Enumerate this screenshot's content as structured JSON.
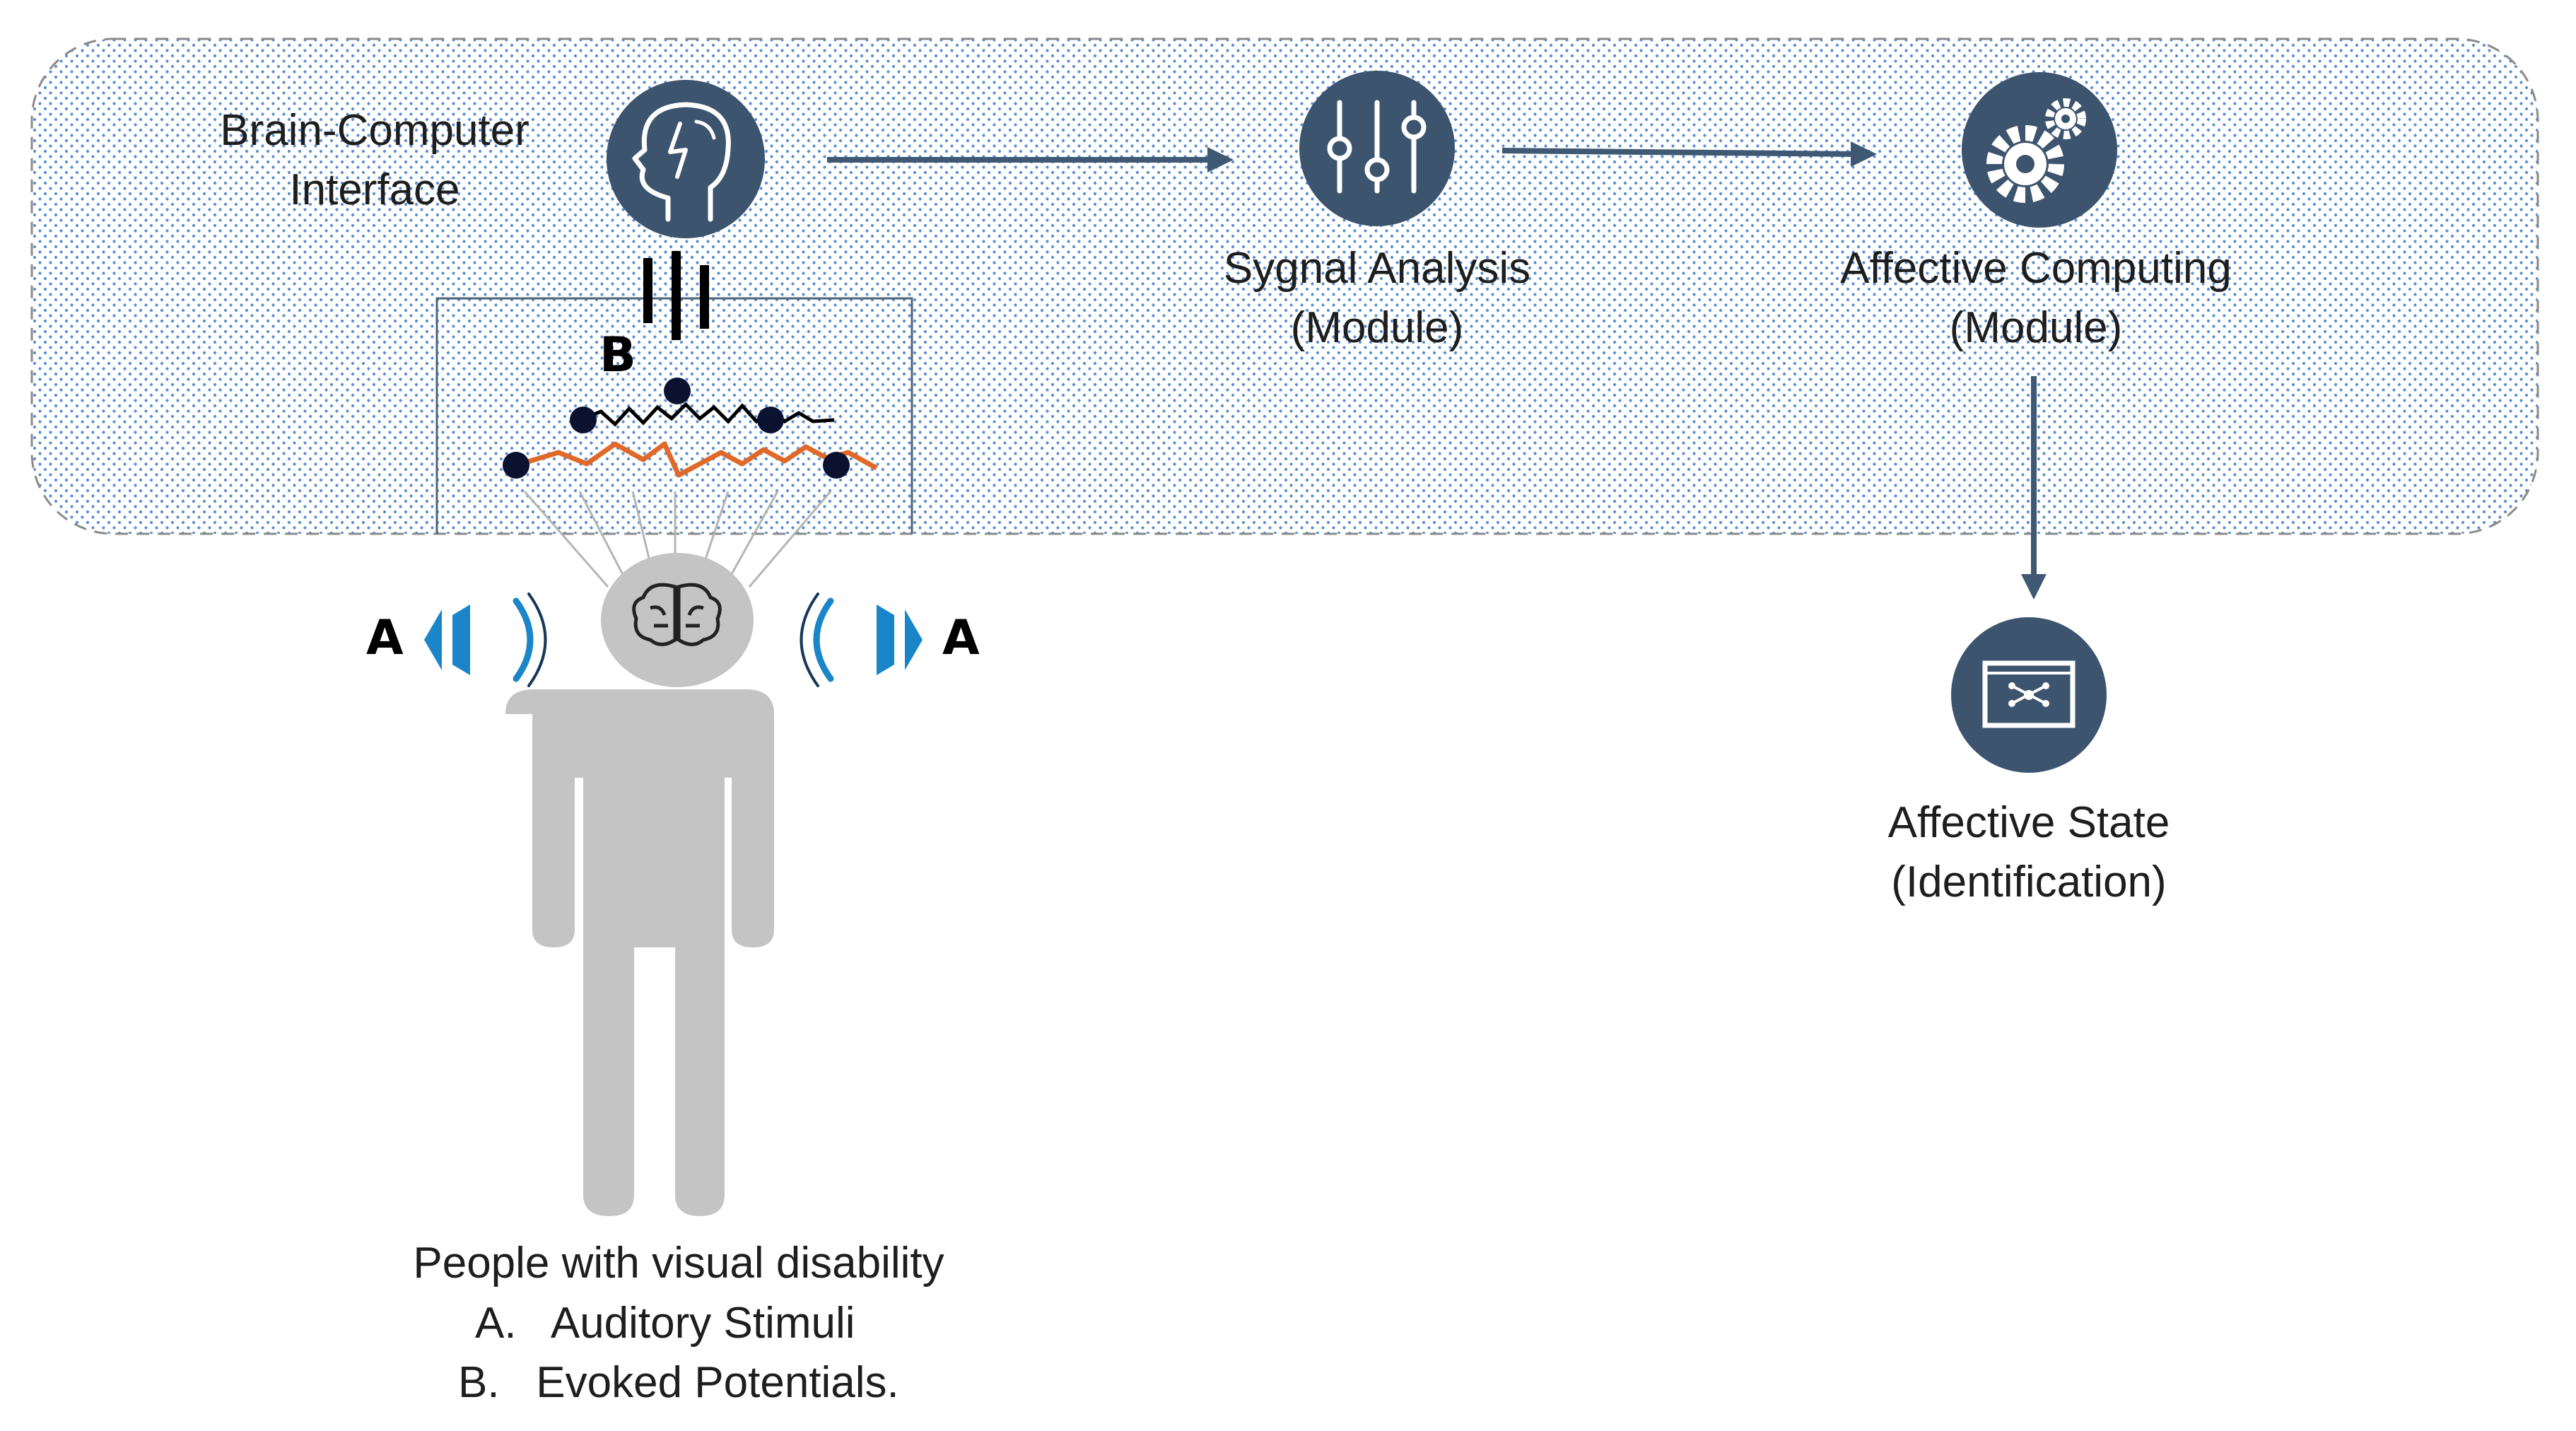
{
  "bci": {
    "label_line1": "Brain-Computer",
    "label_line2": "Interface",
    "icon": "head-lightning-icon"
  },
  "signal_analysis": {
    "label_line1": "Sygnal Analysis",
    "label_line2": "(Module)",
    "icon": "sliders-icon"
  },
  "affective_computing": {
    "label_line1": "Affective Computing",
    "label_line2": "(Module)",
    "icon": "gears-icon"
  },
  "affective_state": {
    "label_line1": "Affective State",
    "label_line2": "(Identification)",
    "icon": "monitor-network-icon"
  },
  "person": {
    "caption": "People with visual disability",
    "item_a": "A.   Auditory Stimuli",
    "item_b": "B.   Evoked Potentials.",
    "icon": "person-brain-icon"
  },
  "markers": {
    "a_left": "A",
    "a_right": "A",
    "b": "B"
  },
  "colors": {
    "node": "#3d546e",
    "arrow": "#3f5873",
    "panel_dots": "#5a8fd1",
    "panel_border": "#8a8a8a",
    "person": "#c4c4c4",
    "speaker": "#1a86c9",
    "wave_orange": "#e0692a"
  }
}
